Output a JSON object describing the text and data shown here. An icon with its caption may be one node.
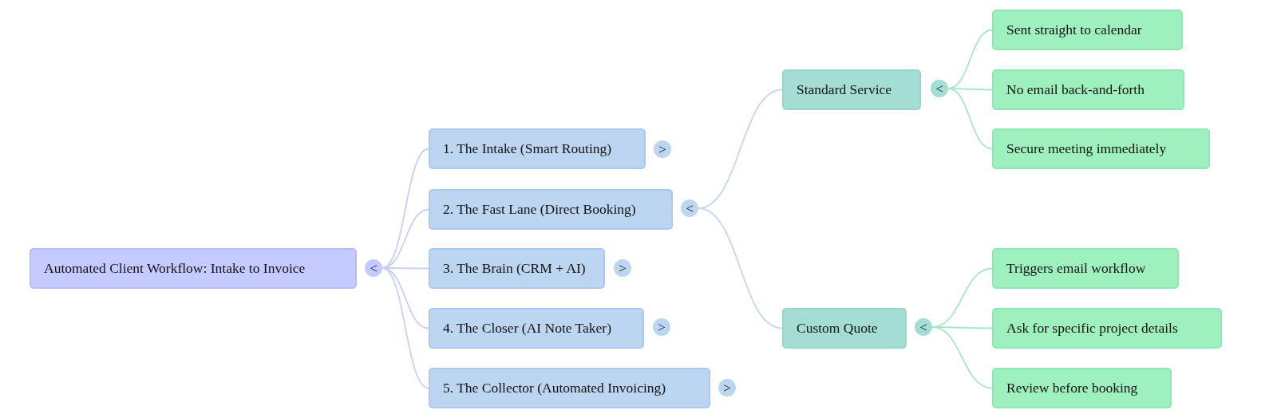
{
  "diagram": {
    "nodes": [
      {
        "text": [
          "Automated Client Workflow: Intake to Invoice"
        ],
        "beside": [
          "<"
        ]
      },
      {
        "text": [
          "1. The Intake (Smart Routing)"
        ],
        "beside": [
          ">"
        ]
      },
      {
        "text": [
          "2. The Fast Lane (Direct Booking)"
        ],
        "beside": [
          "<"
        ]
      },
      {
        "text": [
          "3. The Brain (CRM + AI)"
        ],
        "beside": [
          ">"
        ]
      },
      {
        "text": [
          "4. The Closer (AI Note Taker)"
        ],
        "beside": [
          ">"
        ]
      },
      {
        "text": [
          "5. The Collector (Automated Invoicing)"
        ],
        "beside": [
          ">"
        ]
      },
      {
        "text": [
          "Standard Service"
        ],
        "beside": [
          "<"
        ]
      },
      {
        "text": [
          "Sent straight to calendar"
        ]
      },
      {
        "text": [
          "No email back-and-forth"
        ]
      },
      {
        "text": [
          "Secure meeting immediately"
        ]
      },
      {
        "text": [
          "Custom Quote"
        ],
        "beside": [
          "<"
        ]
      },
      {
        "text": [
          "Triggers email workflow"
        ]
      },
      {
        "text": [
          "Ask for specific project details"
        ]
      },
      {
        "text": [
          "Review before booking"
        ]
      }
    ],
    "edges": [
      {
        "from": 0,
        "to": 1,
        "arrow": "none",
        "color": "#c7d0f5"
      },
      {
        "from": 0,
        "to": 2,
        "arrow": "none",
        "color": "#c7d0f5"
      },
      {
        "from": 0,
        "to": 3,
        "arrow": "none",
        "color": "#c7d0f5"
      },
      {
        "from": 0,
        "to": 4,
        "arrow": "none",
        "color": "#c7d0f5"
      },
      {
        "from": 0,
        "to": 5,
        "arrow": "none",
        "color": "#c7d0f5"
      },
      {
        "from": 2,
        "to": 6,
        "arrow": "none",
        "color": "#c3d8f0"
      },
      {
        "from": 2,
        "to": 10,
        "arrow": "none",
        "color": "#c3d8f0"
      },
      {
        "from": 6,
        "to": 7,
        "arrow": "none"
      },
      {
        "from": 6,
        "to": 8,
        "arrow": "none"
      },
      {
        "from": 6,
        "to": 9,
        "arrow": "none"
      },
      {
        "from": 10,
        "to": 11,
        "arrow": "none"
      },
      {
        "from": 10,
        "to": 12,
        "arrow": "none"
      },
      {
        "from": 10,
        "to": 13,
        "arrow": "none"
      }
    ]
  }
}
